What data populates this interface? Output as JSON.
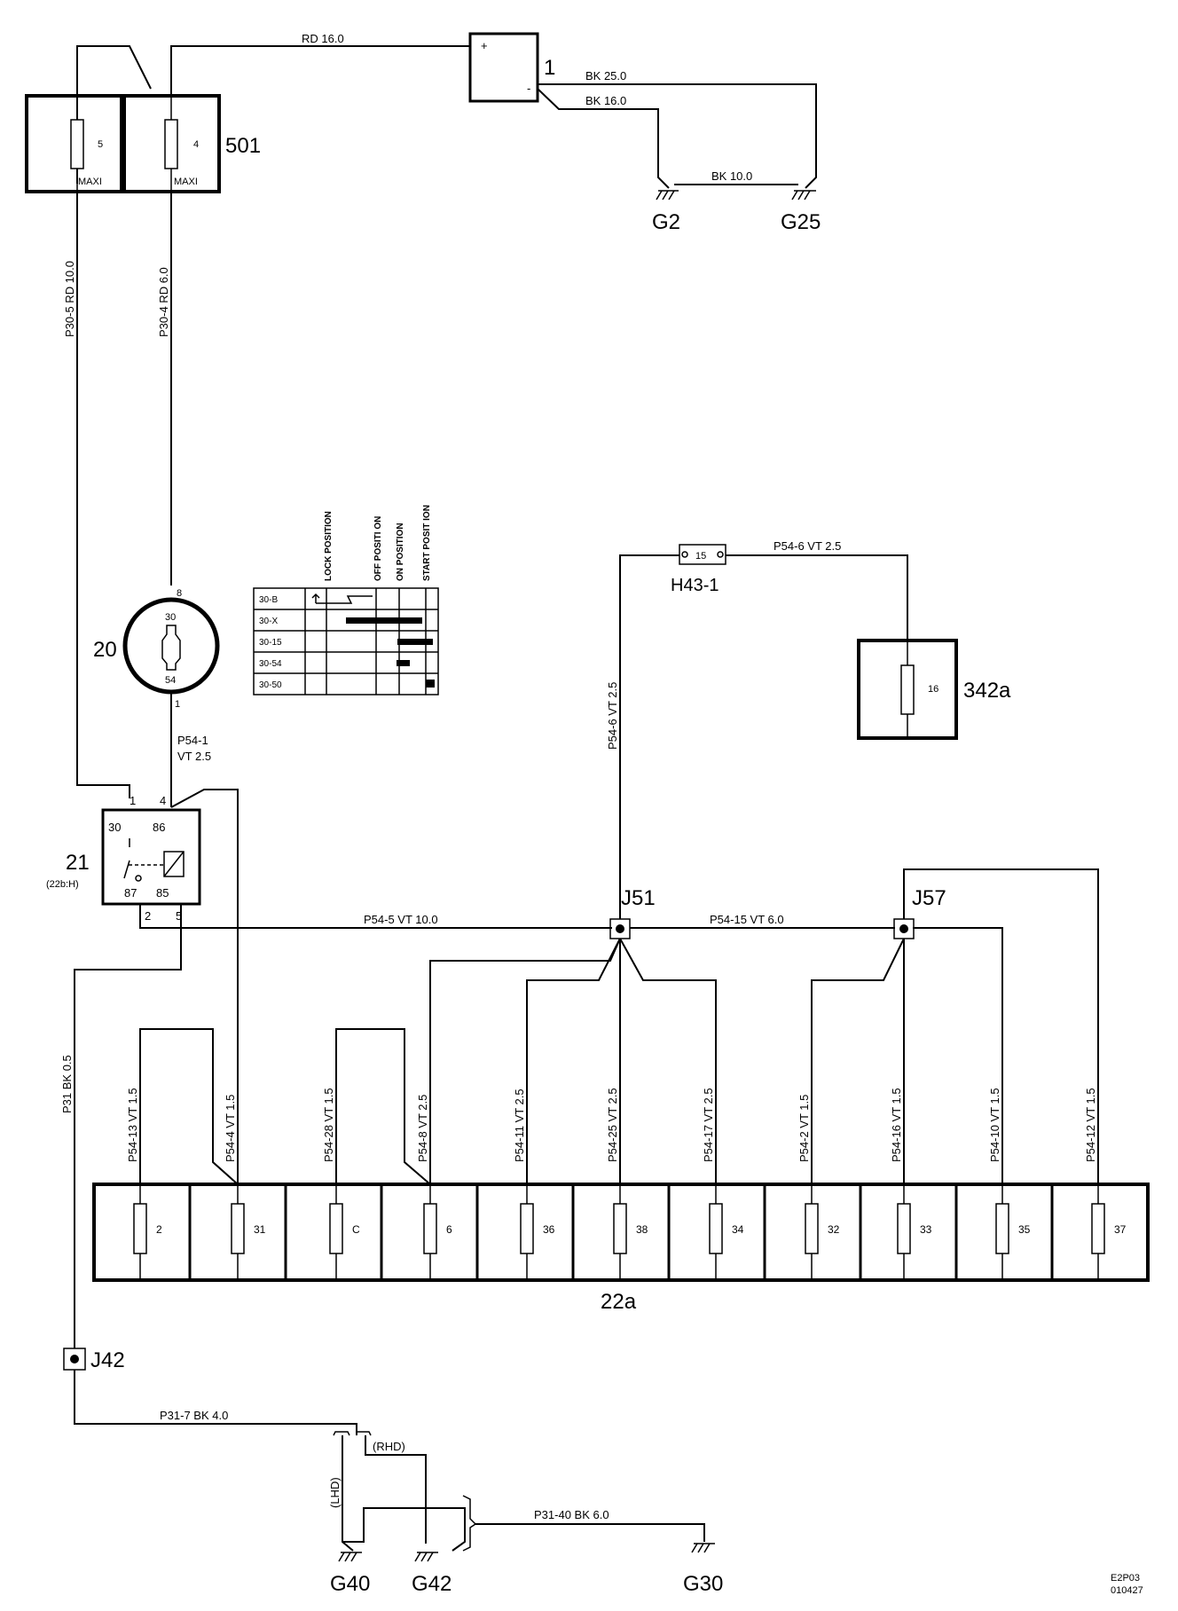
{
  "components": {
    "battery": {
      "id": "1",
      "plus": "+",
      "minus": "-"
    },
    "maxi_fuse_block": {
      "id": "501",
      "fuse_a": "5",
      "fuse_b": "4",
      "type_a": "MAXI",
      "type_b": "MAXI"
    },
    "ignition_switch": {
      "id": "20",
      "pin_top": "8",
      "pin_bottom": "1",
      "term_a": "30",
      "term_b": "54"
    },
    "relay": {
      "id": "21",
      "ref": "(22b:H)",
      "pin1": "1",
      "pin4": "4",
      "pin2": "2",
      "pin5": "5",
      "t30": "30",
      "t86": "86",
      "t87": "87",
      "t85": "85"
    },
    "fuse_box": {
      "id": "22a",
      "fuses": [
        "2",
        "31",
        "C",
        "6",
        "36",
        "38",
        "34",
        "32",
        "33",
        "35",
        "37"
      ]
    },
    "fuse_342a": {
      "id": "342a",
      "fuse": "16"
    },
    "connector_h43": {
      "id": "H43-1",
      "pin": "15"
    },
    "splices": {
      "j51": "J51",
      "j57": "J57",
      "j42": "J42"
    },
    "grounds": {
      "g2": "G2",
      "g25": "G25",
      "g40": "G40",
      "g42": "G42",
      "g30": "G30"
    }
  },
  "wires": {
    "rd16": "RD  16.0",
    "bk25": "BK  25.0",
    "bk16": "BK  16.0",
    "bk10": "BK  10.0",
    "p30_5": "P30-5  RD  10.0",
    "p30_4": "P30-4  RD  6.0",
    "p54_1a": "P54-1",
    "p54_1b": "VT    2.5",
    "p54_5": "P54-5   VT   10.0",
    "p54_15": "P54-15  VT   6.0",
    "p54_6h": "P54-6  VT   2.5",
    "p54_6v": "P54-6  VT   2.5",
    "p31": "P31  BK  0.5",
    "p31_7": "P31-7  BK   4.0",
    "p31_40": "P31-40  BK   6.0",
    "rhd": "(RHD)",
    "lhd": "(LHD)",
    "verticals": [
      "P54-13  VT  1.5",
      "P54-4  VT  1.5",
      "P54-28  VT  1.5",
      "P54-8  VT  2.5",
      "P54-11  VT  2.5",
      "P54-25  VT  2.5",
      "P54-17  VT  2.5",
      "P54-2  VT  1.5",
      "P54-16  VT  1.5",
      "P54-10  VT  1.5",
      "P54-12  VT  1.5"
    ]
  },
  "switch_table": {
    "headers": [
      "LOCK POSITION",
      "OFF POSITI ON",
      "ON POSITION",
      "START POSIT ION"
    ],
    "rows": [
      "30-B",
      "30-X",
      "30-15",
      "30-54",
      "30-50"
    ]
  },
  "footer": {
    "code": "E2P03",
    "date": "010427"
  }
}
